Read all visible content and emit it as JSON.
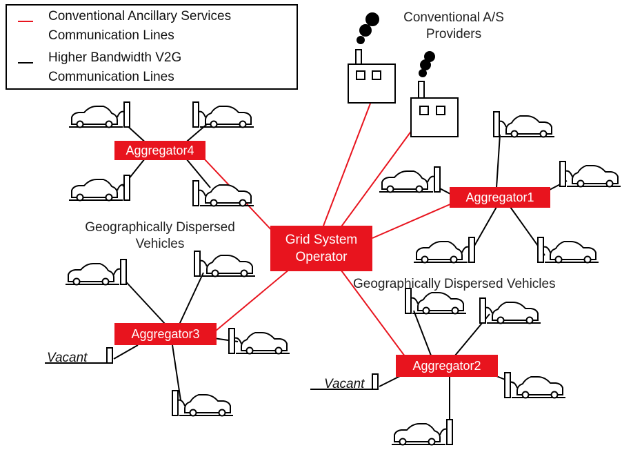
{
  "legend": {
    "items": [
      {
        "text": "Conventional Ancillary Services\nCommunication Lines",
        "color": "#e8141e"
      },
      {
        "text": "Higher Bandwidth V2G\nCommunication Lines",
        "color": "#000000"
      }
    ]
  },
  "nodes": {
    "operator": "Grid System\nOperator",
    "aggregator1": "Aggregator1",
    "aggregator2": "Aggregator2",
    "aggregator3": "Aggregator3",
    "aggregator4": "Aggregator4"
  },
  "labels": {
    "providers": "Conventional A/S\nProviders",
    "dispersed_left": "Geographically Dispersed\nVehicles",
    "dispersed_right": "Geographically Dispersed Vehicles",
    "vacant": "Vacant"
  },
  "colors": {
    "red_line": "#e8141e",
    "black_line": "#000000",
    "box_fill": "#e8141e"
  }
}
